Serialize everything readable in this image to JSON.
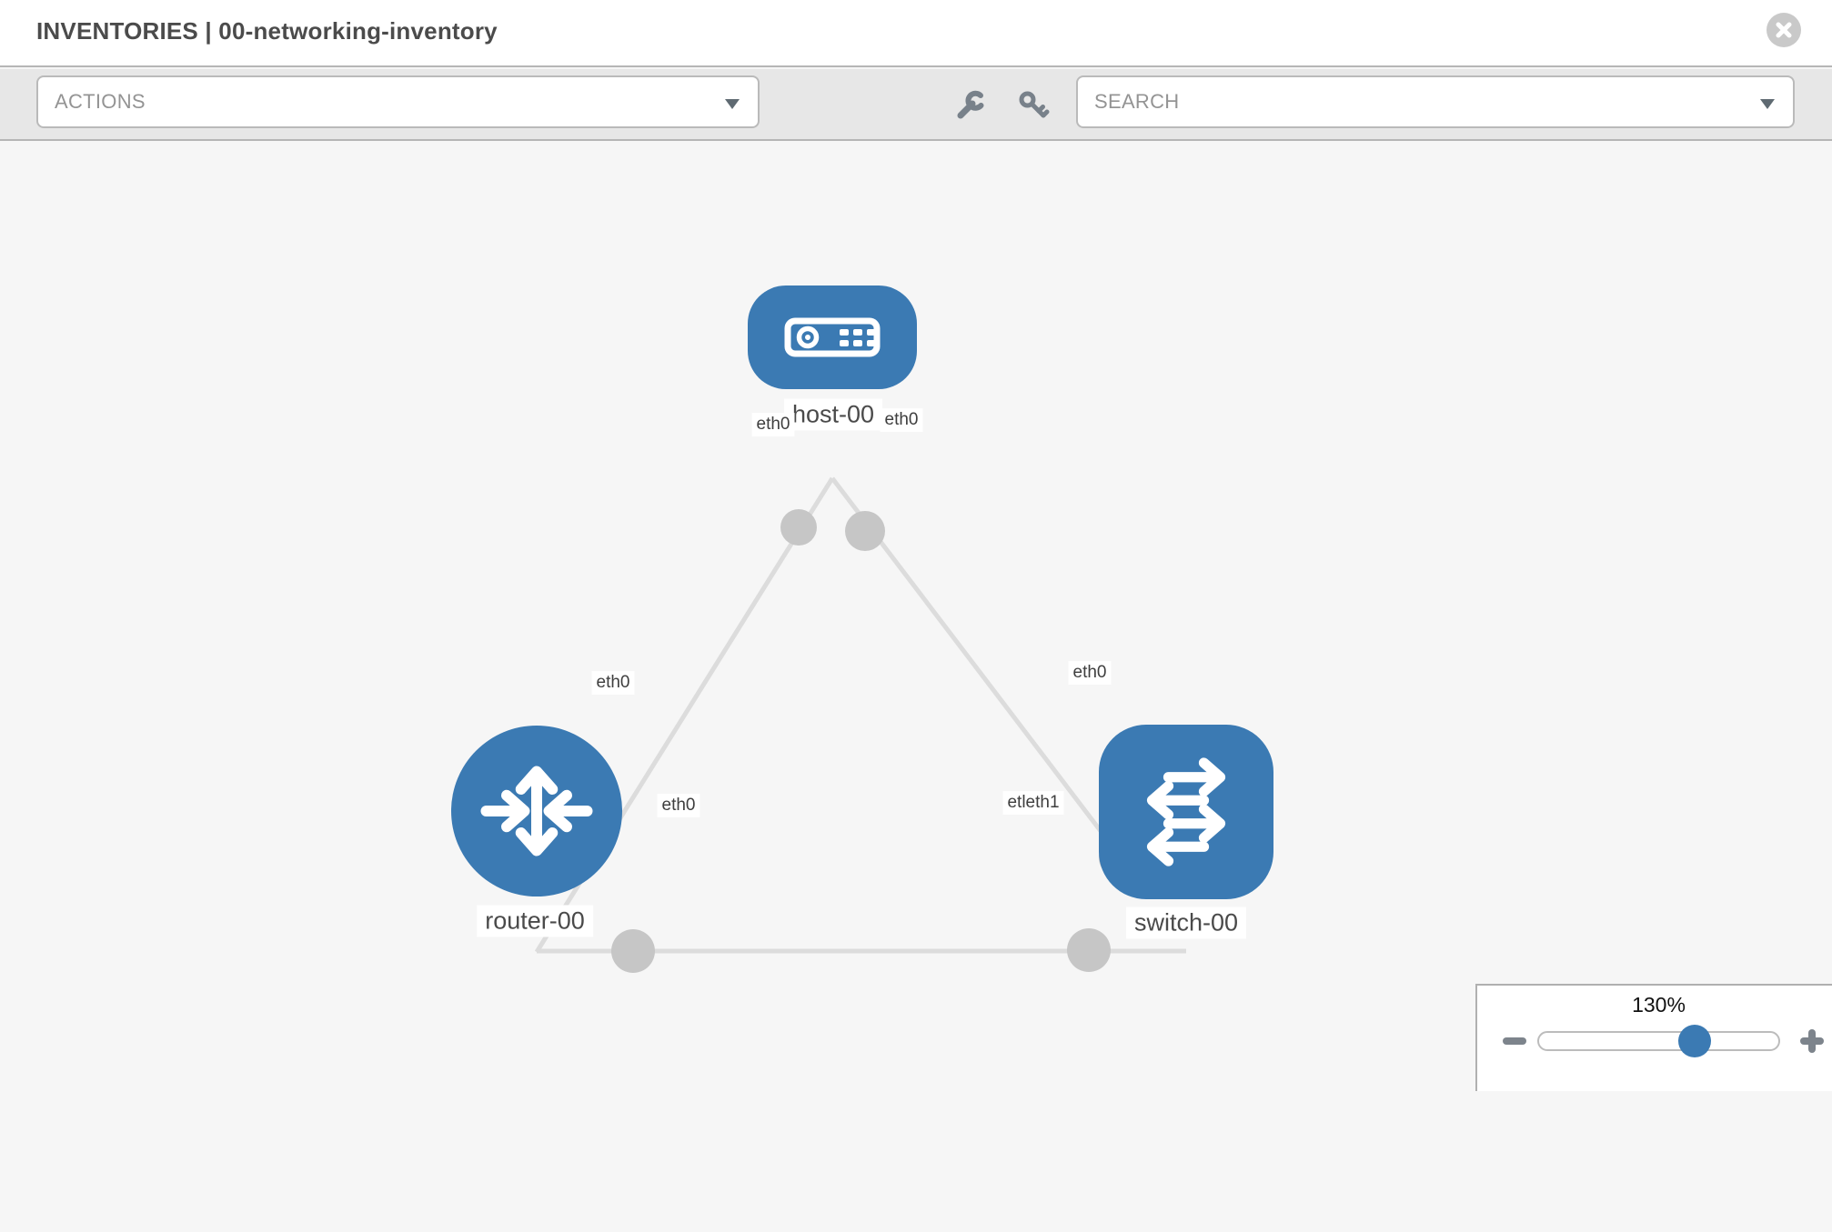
{
  "header": {
    "title": "INVENTORIES | 00-networking-inventory"
  },
  "toolbar": {
    "actions_label": "ACTIONS",
    "search_placeholder": "SEARCH"
  },
  "topology": {
    "nodes": [
      {
        "id": "host-00",
        "type": "host",
        "label": "host-00"
      },
      {
        "id": "router-00",
        "type": "router",
        "label": "router-00"
      },
      {
        "id": "switch-00",
        "type": "switch",
        "label": "switch-00"
      }
    ],
    "links": [
      {
        "endpoints": [
          "host-00",
          "router-00"
        ]
      },
      {
        "endpoints": [
          "host-00",
          "switch-00"
        ]
      },
      {
        "endpoints": [
          "router-00",
          "switch-00"
        ]
      }
    ],
    "interface_labels": [
      {
        "text": "eth0"
      },
      {
        "text": "eth0"
      },
      {
        "text": "eth0"
      },
      {
        "text": "eth0"
      },
      {
        "text": "eth0"
      },
      {
        "text": "etleth1"
      }
    ]
  },
  "zoom_control": {
    "level": "130%",
    "percent": 130
  },
  "colors": {
    "node_blue": "#3b7ab3",
    "link_gray": "#dcdcdc",
    "connector_gray": "#c6c6c6",
    "toolbar_gray": "#e7e7e7"
  }
}
